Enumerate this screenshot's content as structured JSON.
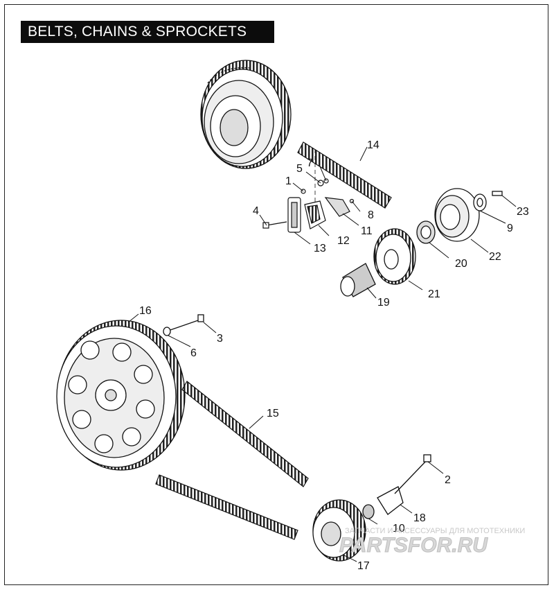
{
  "title": "BELTS, CHAINS & SPROCKETS",
  "callouts": [
    {
      "id": "c1",
      "label": "1"
    },
    {
      "id": "c2",
      "label": "2"
    },
    {
      "id": "c3",
      "label": "3"
    },
    {
      "id": "c4",
      "label": "4"
    },
    {
      "id": "c5",
      "label": "5"
    },
    {
      "id": "c6",
      "label": "6"
    },
    {
      "id": "c7",
      "label": "7"
    },
    {
      "id": "c8",
      "label": "8"
    },
    {
      "id": "c9",
      "label": "9"
    },
    {
      "id": "c10",
      "label": "10"
    },
    {
      "id": "c11",
      "label": "11"
    },
    {
      "id": "c12",
      "label": "12"
    },
    {
      "id": "c13",
      "label": "13"
    },
    {
      "id": "c14",
      "label": "14"
    },
    {
      "id": "c15",
      "label": "15"
    },
    {
      "id": "c16",
      "label": "16"
    },
    {
      "id": "c17",
      "label": "17"
    },
    {
      "id": "c18",
      "label": "18"
    },
    {
      "id": "c19",
      "label": "19"
    },
    {
      "id": "c20",
      "label": "20"
    },
    {
      "id": "c21",
      "label": "21"
    },
    {
      "id": "c22",
      "label": "22"
    },
    {
      "id": "c23",
      "label": "23"
    }
  ],
  "watermark": {
    "text": "ЗАПЧАСТИ И АКСЕССУАРЫ ДЛЯ МОТОТЕХНИКИ",
    "logo": "PARTSFOR.RU"
  }
}
